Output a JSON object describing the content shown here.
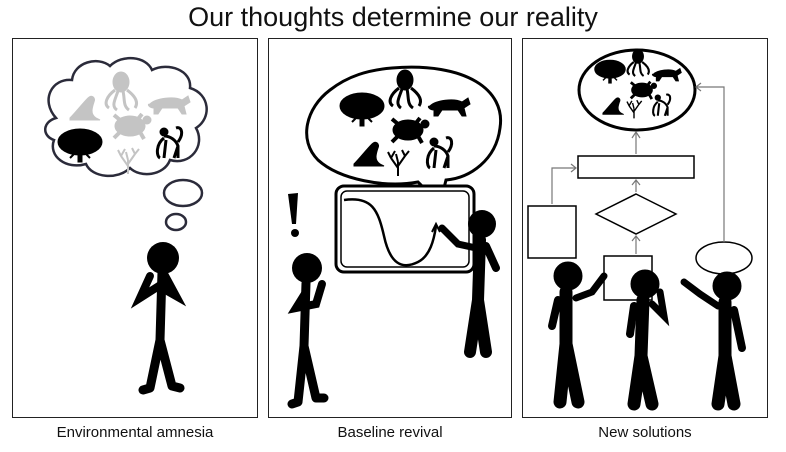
{
  "title": "Our thoughts determine our reality",
  "panels": [
    {
      "caption": "Environmental amnesia"
    },
    {
      "caption": "Baseline revival"
    },
    {
      "caption": "New solutions"
    }
  ],
  "icons": [
    "tree-icon",
    "octopus-icon",
    "tiger-icon",
    "seal-icon",
    "turtle-icon",
    "coral-icon",
    "monkey-icon",
    "exclamation-icon",
    "stick-figure-icon"
  ],
  "colors": {
    "ink": "#000000",
    "faded": "#bbbbbb",
    "border": "#222222",
    "thought_outline": "#2b2b3a"
  }
}
